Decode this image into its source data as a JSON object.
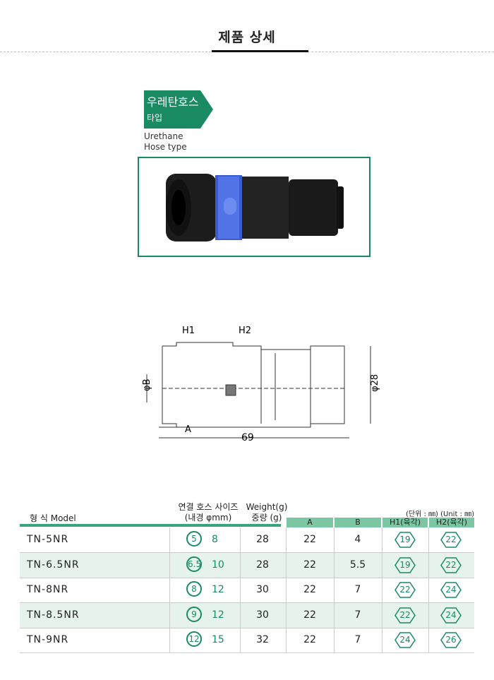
{
  "page_title": "제품 상세",
  "badge": {
    "line1": "우레탄호스",
    "line2": "타입"
  },
  "english_type": {
    "line1": "Urethane",
    "line2": "Hose type"
  },
  "drawing": {
    "h1": "H1",
    "h2": "H2",
    "phi_b": "φB",
    "a": "A",
    "length": "69",
    "diameter": "φ28"
  },
  "table": {
    "header_model": "형 식   Model",
    "header_hose_line1": "연결 호스 사이즈",
    "header_hose_line2": "(내경 φmm)",
    "header_weight_line1": "Weight(g)",
    "header_weight_line2": "중량 (g)",
    "unit_note": "(단위 : ㎜) (Unit : ㎜)",
    "col_a": "A",
    "col_b": "B",
    "col_h1": "H1(육각)",
    "col_h2": "H2(육각)",
    "rows": [
      {
        "model": "TN-5NR",
        "hose_in": "5",
        "hose_out": "8",
        "weight": "28",
        "a": "22",
        "b": "4",
        "h1": "19",
        "h2": "22"
      },
      {
        "model": "TN-6.5NR",
        "hose_in": "6.5",
        "hose_out": "10",
        "weight": "28",
        "a": "22",
        "b": "5.5",
        "h1": "19",
        "h2": "22"
      },
      {
        "model": "TN-8NR",
        "hose_in": "8",
        "hose_out": "12",
        "weight": "30",
        "a": "22",
        "b": "7",
        "h1": "22",
        "h2": "24"
      },
      {
        "model": "TN-8.5NR",
        "hose_in": "9",
        "hose_out": "12",
        "weight": "30",
        "a": "22",
        "b": "7",
        "h1": "22",
        "h2": "24"
      },
      {
        "model": "TN-9NR",
        "hose_in": "12",
        "hose_out": "15",
        "weight": "32",
        "a": "22",
        "b": "7",
        "h1": "24",
        "h2": "26"
      }
    ]
  },
  "colors": {
    "accent": "#1a8a63",
    "header_green": "#7cc7a3",
    "row_alt": "#e6f3ec"
  }
}
